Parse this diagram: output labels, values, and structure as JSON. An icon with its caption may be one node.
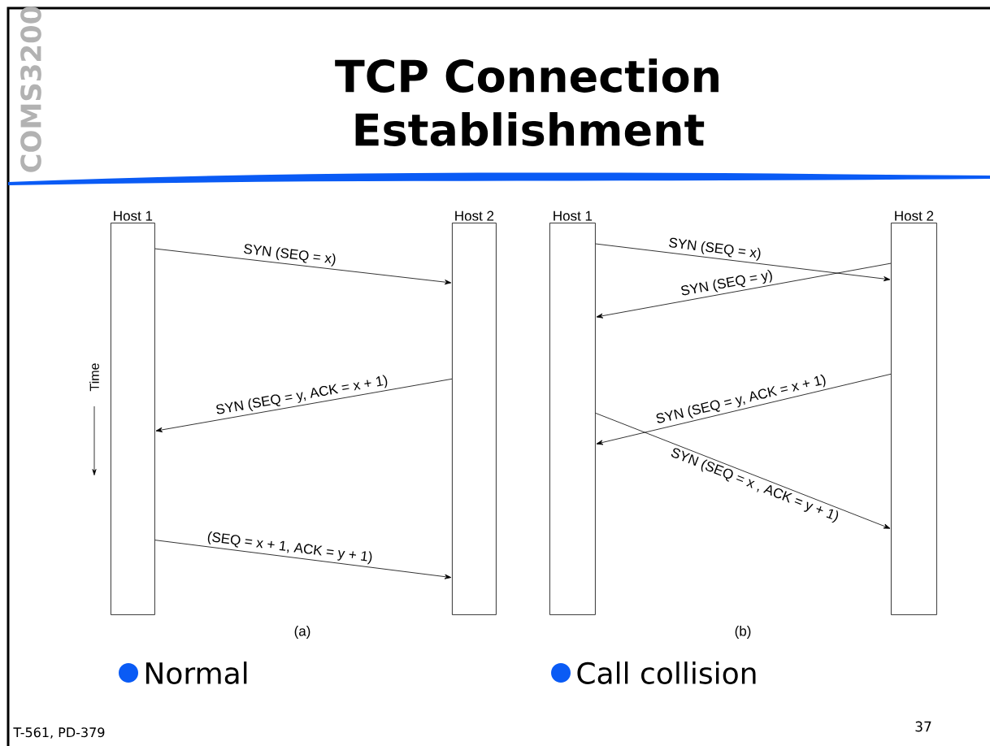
{
  "diagram": {
    "title": "TCP Connection Establishment",
    "nodes": [
      {
        "text": [
          "Host 1"
        ]
      },
      {
        "text": [
          "Host 2"
        ]
      },
      {
        "text": [
          "Host 1"
        ]
      },
      {
        "text": [
          "Host 2"
        ]
      }
    ],
    "edges": [
      {
        "from": 0,
        "to": 1,
        "arrow": "to",
        "label": "SYN (SEQ = x)"
      },
      {
        "from": 1,
        "to": 0,
        "arrow": "to",
        "label": "SYN (SEQ = y, ACK = x + 1)"
      },
      {
        "from": 0,
        "to": 1,
        "arrow": "to",
        "label": "(SEQ = x + 1, ACK = y + 1)"
      },
      {
        "from": 2,
        "to": 3,
        "arrow": "to",
        "label": "SYN (SEQ = x)"
      },
      {
        "from": 3,
        "to": 2,
        "arrow": "to",
        "label": "SYN (SEQ = y)"
      },
      {
        "from": 3,
        "to": 2,
        "arrow": "to",
        "label": "SYN (SEQ = y, ACK = x + 1)"
      },
      {
        "from": 2,
        "to": 3,
        "arrow": "to",
        "label": "SYN (SEQ = x , ACK = y + 1)"
      }
    ],
    "labels": [
      "COMS3200",
      "Time",
      "(a)",
      "(b)",
      "Normal",
      "Call collision",
      "T-561, PD-379",
      "37"
    ]
  }
}
